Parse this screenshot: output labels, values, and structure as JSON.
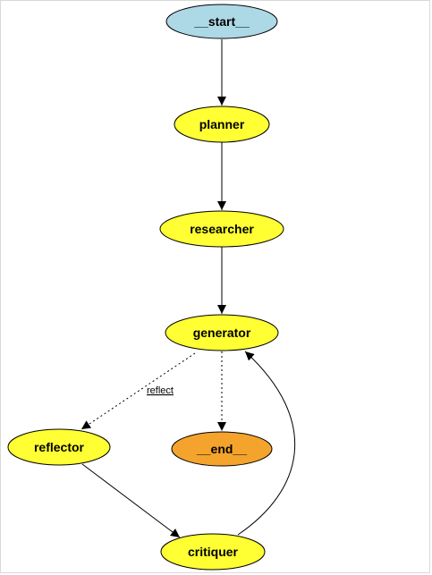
{
  "graph": {
    "nodes": {
      "start": {
        "label": "__start__",
        "fill": "#add8e6"
      },
      "planner": {
        "label": "planner",
        "fill": "#ffff33"
      },
      "researcher": {
        "label": "researcher",
        "fill": "#ffff33"
      },
      "generator": {
        "label": "generator",
        "fill": "#ffff33"
      },
      "reflector": {
        "label": "reflector",
        "fill": "#ffff33"
      },
      "end": {
        "label": "__end__",
        "fill": "#f4a42c"
      },
      "critiquer": {
        "label": "critiquer",
        "fill": "#ffff33"
      }
    },
    "edges": [
      {
        "from": "start",
        "to": "planner",
        "style": "solid"
      },
      {
        "from": "planner",
        "to": "researcher",
        "style": "solid"
      },
      {
        "from": "researcher",
        "to": "generator",
        "style": "solid"
      },
      {
        "from": "generator",
        "to": "reflector",
        "style": "dotted",
        "label": "reflect"
      },
      {
        "from": "generator",
        "to": "end",
        "style": "dotted"
      },
      {
        "from": "reflector",
        "to": "critiquer",
        "style": "solid"
      },
      {
        "from": "critiquer",
        "to": "generator",
        "style": "solid"
      }
    ],
    "edge_labels": {
      "reflect": "reflect"
    }
  }
}
